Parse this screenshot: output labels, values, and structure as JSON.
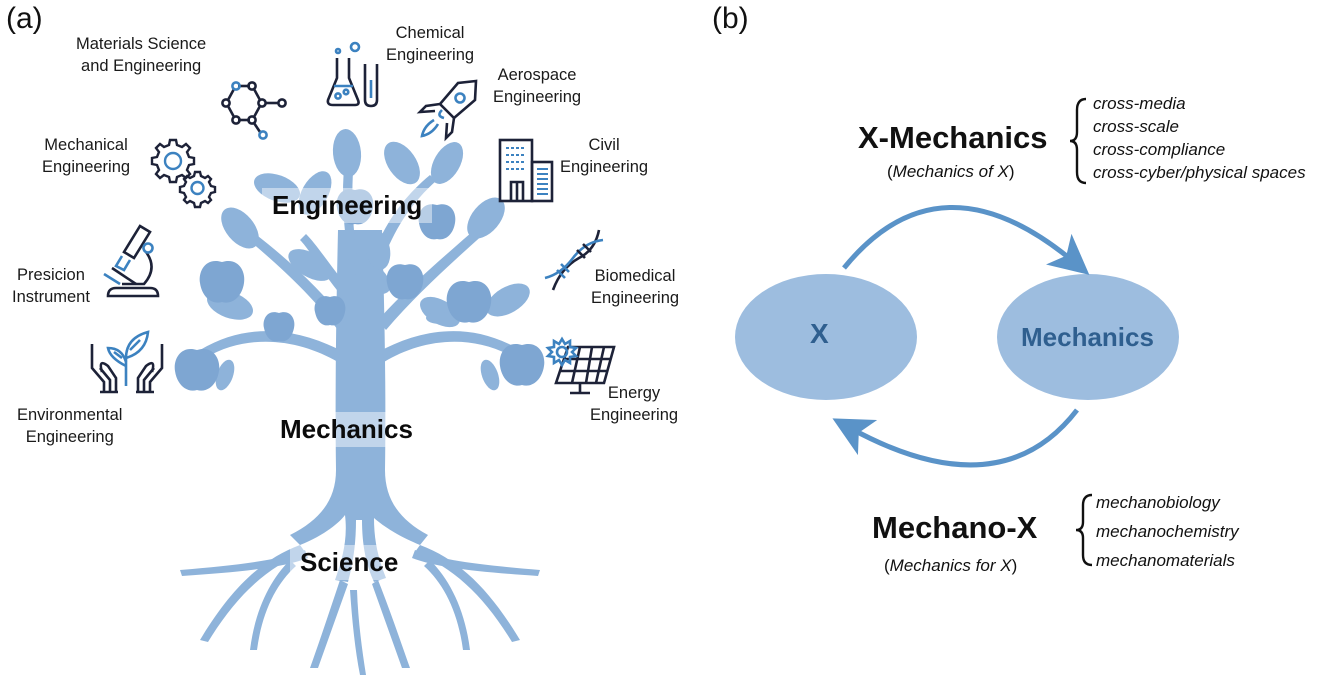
{
  "colors": {
    "tree": "#8eb3da",
    "tree_dark": "#7ea6d2",
    "icon_dark": "#1d2238",
    "icon_accent": "#3c82c0",
    "ellipse_fill": "#9dbddf",
    "ellipse_text": "#2f5f8f",
    "arrow": "#5a93c8"
  },
  "panel_a": {
    "label": "(a)",
    "tree_labels": {
      "engineering": "Engineering",
      "mechanics": "Mechanics",
      "science": "Science"
    },
    "fields": [
      {
        "id": "materials",
        "line1": "Materials Science",
        "line2": "and Engineering",
        "icon": "molecule-icon"
      },
      {
        "id": "chemical",
        "line1": "Chemical",
        "line2": "Engineering",
        "icon": "flask-icon"
      },
      {
        "id": "aerospace",
        "line1": "Aerospace",
        "line2": "Engineering",
        "icon": "rocket-icon"
      },
      {
        "id": "mechanical",
        "line1": "Mechanical",
        "line2": "Engineering",
        "icon": "gears-icon"
      },
      {
        "id": "civil",
        "line1": "Civil",
        "line2": "Engineering",
        "icon": "building-icon"
      },
      {
        "id": "precision",
        "line1": "Presicion",
        "line2": "Instrument",
        "icon": "microscope-icon"
      },
      {
        "id": "biomedical",
        "line1": "Biomedical",
        "line2": "Engineering",
        "icon": "dna-icon"
      },
      {
        "id": "environmental",
        "line1": "Environmental",
        "line2": "Engineering",
        "icon": "plant-hands-icon"
      },
      {
        "id": "energy",
        "line1": "Energy",
        "line2": "Engineering",
        "icon": "solar-panel-icon"
      }
    ]
  },
  "panel_b": {
    "label": "(b)",
    "x_mechanics": {
      "title": "X-Mechanics",
      "subtitle_prefix": "(",
      "subtitle_italic": "Mechanics of X",
      "subtitle_suffix": ")",
      "items": [
        "cross-media",
        "cross-scale",
        "cross-compliance",
        "cross-cyber/physical spaces"
      ]
    },
    "mechano_x": {
      "title": "Mechano-X",
      "subtitle_prefix": "(",
      "subtitle_italic": "Mechanics for X",
      "subtitle_suffix": ")",
      "items": [
        "mechanobiology",
        "mechanochemistry",
        "mechanomaterials"
      ]
    },
    "ellipses": {
      "left": "X",
      "right": "Mechanics"
    }
  }
}
